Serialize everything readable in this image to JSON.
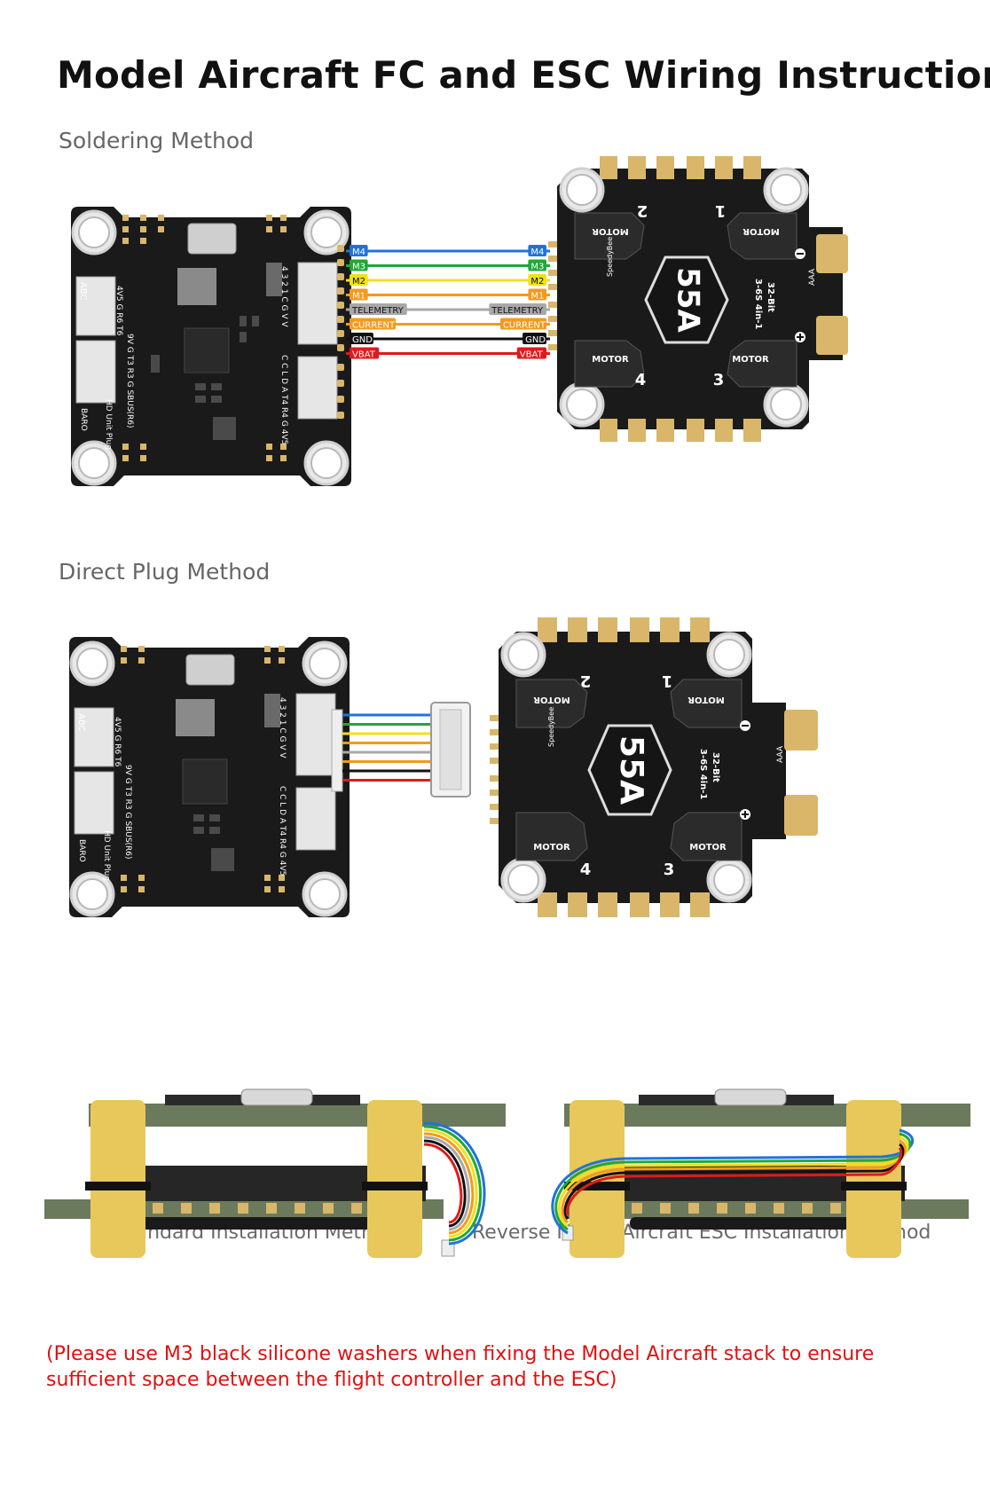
{
  "title": "Model Aircraft FC and ESC Wiring Instructions",
  "sections": {
    "soldering": "Soldering Method",
    "direct_plug": "Direct Plug Method"
  },
  "wires": [
    {
      "label": "M4",
      "color": "#1f73d8"
    },
    {
      "label": "M3",
      "color": "#1fa838"
    },
    {
      "label": "M2",
      "color": "#f2e01a"
    },
    {
      "label": "M1",
      "color": "#f39a1e"
    },
    {
      "label": "TELEMETRY",
      "color": "#a8a8a8"
    },
    {
      "label": "CURRENT",
      "color": "#f39a1e"
    },
    {
      "label": "GND",
      "color": "#111111"
    },
    {
      "label": "VBAT",
      "color": "#e01a1a"
    }
  ],
  "esc": {
    "rating": "55A",
    "spec_line1": "3-6S 4in-1",
    "spec_line2": "32-Bit",
    "motor_label": "MOTOR",
    "motor_numbers": [
      "1",
      "2",
      "3",
      "4"
    ],
    "brand": "SpeedyBee",
    "cap_label": "AAA"
  },
  "fc": {
    "abc": "ABC",
    "baro": "BARO",
    "hd_unit": "HD Unit Plug",
    "pad_row": "4V5 G R6 T6",
    "pad_row2": "9V G T3 R3 G SBUS(R6)",
    "side_top": "4 3 2 1 C G V V",
    "side_bottom": "C C L D A T4 R4 G 4V5"
  },
  "captions": {
    "standard": "Standard Installation Method",
    "reverse": "Reverse Model Aircraft ESC Installation Method"
  },
  "note": "(Please use M3 black silicone washers when fixing the Model Aircraft stack to ensure sufficient space between the flight controller and the ESC)",
  "colors": {
    "board": "#1a1a1a",
    "pad_gold": "#d9b66a",
    "standoff": "#e8c85a",
    "pcb_green": "#6b7a5c",
    "note_red": "#e11010"
  }
}
